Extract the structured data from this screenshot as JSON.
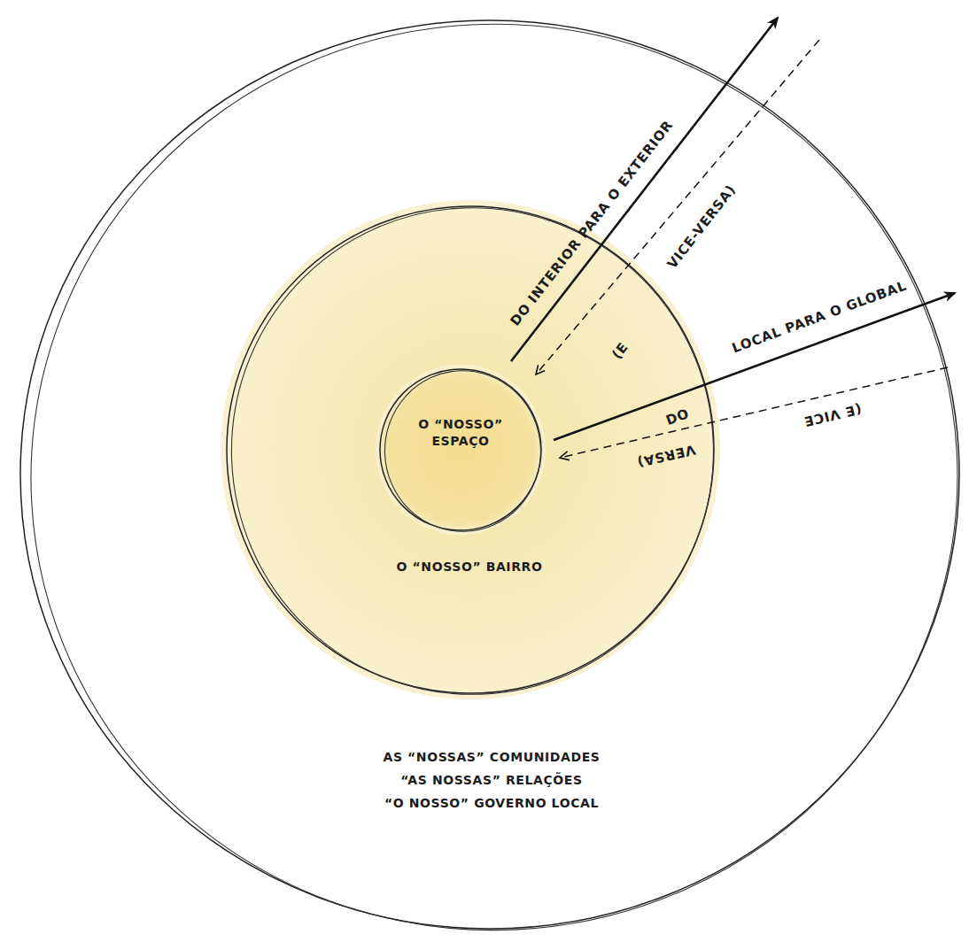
{
  "diagram": {
    "nodes": [
      {
        "text": [
          "AS “NOSSAS” COMUNIDADES",
          "“AS NOSSAS” RELAÇÕES",
          "“O NOSSO” GOVERNO LOCAL"
        ]
      },
      {
        "text": [
          "O “NOSSO” BAIRRO"
        ],
        "in": 0
      },
      {
        "text": [
          "O “NOSSO” ESPAÇO"
        ],
        "in": 1
      }
    ],
    "labels": [
      "DO INTERIOR PARA O EXTERIOR",
      "(E",
      "VICE-VERSA)",
      "DO",
      "LOCAL PARA O GLOBAL",
      "(E VICE",
      "VERSA)"
    ]
  }
}
